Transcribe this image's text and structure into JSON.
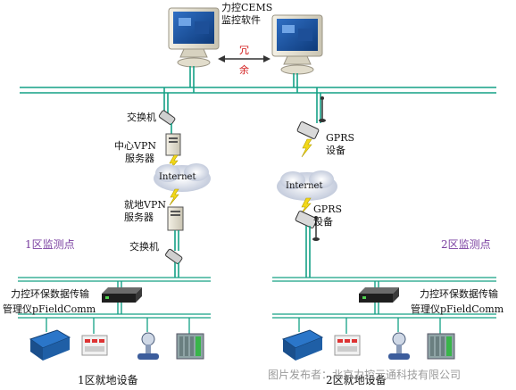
{
  "top": {
    "software_line1": "力控CEMS",
    "software_line2": "监控软件",
    "redundancy_char1": "冗",
    "redundancy_char2": "余"
  },
  "left": {
    "switch_top": "交换机",
    "vpn_center_line1": "中心VPN",
    "vpn_center_line2": "服务器",
    "internet": "Internet",
    "vpn_local_line1": "就地VPN",
    "vpn_local_line2": "服务器",
    "switch_bottom": "交换机",
    "zone_label": "1区监测点",
    "gateway_line1": "力控环保数据传输",
    "gateway_line2": "管理仪pFieldComm",
    "devices_label": "1区就地设备"
  },
  "right": {
    "gprs_top_line1": "GPRS",
    "gprs_top_line2": "设备",
    "internet": "Internet",
    "gprs_bottom_line1": "GPRS",
    "gprs_bottom_line2": "设备",
    "zone_label": "2区监测点",
    "gateway_line1": "力控环保数据传输",
    "gateway_line2": "管理仪pFieldComm",
    "devices_label": "2区就地设备"
  },
  "watermark": "图片发布者：北京力控元通科技有限公司",
  "colors": {
    "network_line": "#14a085",
    "network_line_dark": "#0c6f5d",
    "zone_label": "#7a3fa0",
    "redundancy": "#d21a1a",
    "lightning": "#f2d81a"
  }
}
